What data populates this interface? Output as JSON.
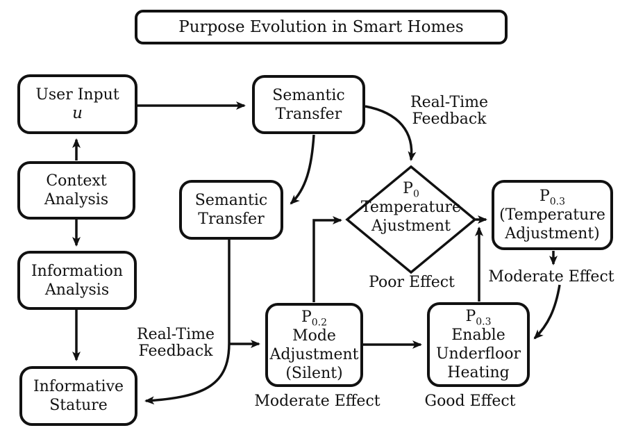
{
  "title": "Purpose Evolution in Smart Homes",
  "colors": {
    "ink": "#111111",
    "background": "#ffffff"
  },
  "nodes": {
    "user_input": {
      "lines": [
        "User Input",
        "u"
      ]
    },
    "context_analysis": {
      "lines": [
        "Context",
        "Analysis"
      ]
    },
    "information_analysis": {
      "lines": [
        "Information",
        "Analysis"
      ]
    },
    "informative_stature": {
      "lines": [
        "Informative",
        "Stature"
      ]
    },
    "semantic_transfer_top": {
      "lines": [
        "Semantic",
        "Transfer"
      ]
    },
    "semantic_transfer_mid": {
      "lines": [
        "Semantic",
        "Transfer"
      ]
    },
    "decision_p0": {
      "symbol": "P",
      "subscript": "0",
      "lines": [
        "Temperature",
        "Ajustment"
      ]
    },
    "p03_temperature": {
      "symbol": "P",
      "subscript": "0.3",
      "lines": [
        "(Temperature",
        "Adjustment)"
      ]
    },
    "p02_mode": {
      "symbol": "P",
      "subscript": "0.2",
      "lines": [
        "Mode",
        "Adjustment",
        "(Silent)"
      ]
    },
    "p03_heating": {
      "symbol": "P",
      "subscript": "0.3",
      "lines": [
        "Enable",
        "Underfloor",
        "Heating"
      ]
    }
  },
  "labels": {
    "feedback_top": {
      "line1": "Real-Time",
      "line2": "Feedback"
    },
    "feedback_left": {
      "line1": "Real-Time",
      "line2": "Feedback"
    },
    "poor_effect": "Poor Effect",
    "moderate_effect_right": "Moderate Effect",
    "moderate_effect_bottom": "Moderate Effect",
    "good_effect": "Good Effect"
  }
}
